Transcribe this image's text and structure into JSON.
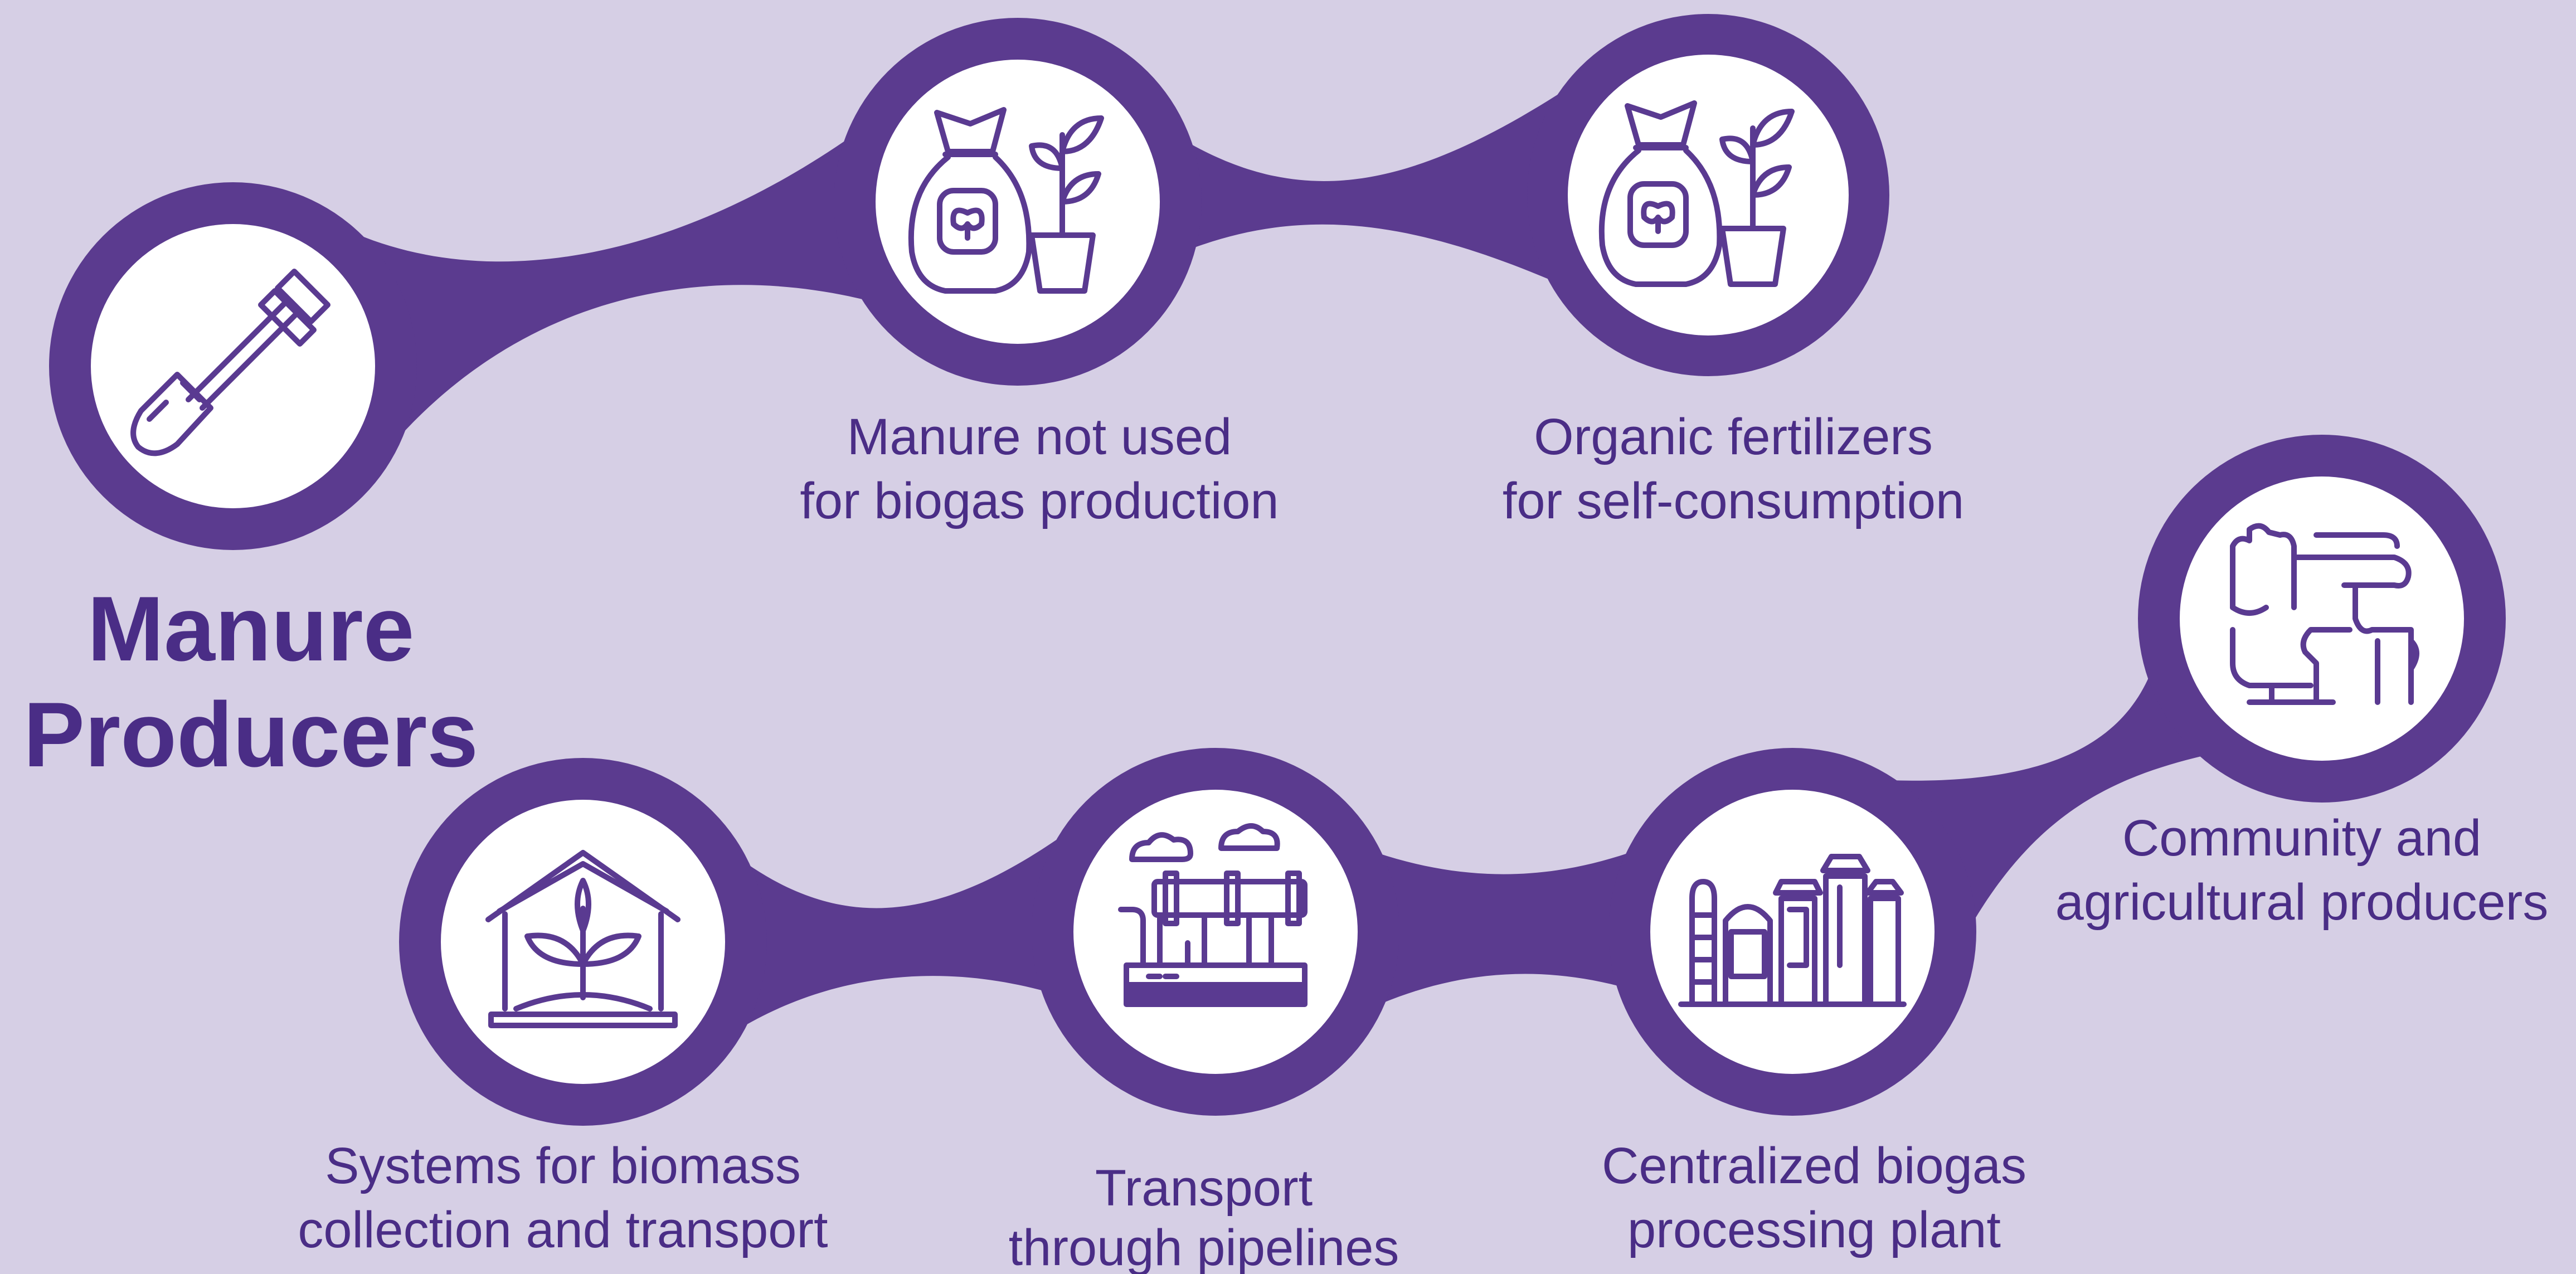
{
  "colors": {
    "background": "#d6cfe5",
    "node": "#5b3b8f",
    "node_inner": "#ffffff",
    "text": "#4a2d86"
  },
  "title": {
    "line1": "Manure",
    "line2": "Producers"
  },
  "nodes": [
    {
      "id": "manure-producers",
      "icon": "shovel-icon",
      "lines": []
    },
    {
      "id": "manure-not-used",
      "icon": "fertilizer-bag-plant-icon",
      "lines": [
        "Manure not used",
        "for biogas production"
      ]
    },
    {
      "id": "organic-fertilizers",
      "icon": "fertilizer-bag-plant-icon",
      "lines": [
        "Organic fertilizers",
        "for self-consumption"
      ]
    },
    {
      "id": "community-producers",
      "icon": "cooperation-hands-icon",
      "lines": [
        "Community and",
        "agricultural producers"
      ]
    },
    {
      "id": "centralized-plant",
      "icon": "biogas-plant-icon",
      "lines": [
        "Centralized biogas",
        "processing plant"
      ]
    },
    {
      "id": "transport-pipelines",
      "icon": "pipeline-icon",
      "lines": [
        "Transport",
        "through pipelines"
      ]
    },
    {
      "id": "collection-systems",
      "icon": "greenhouse-sprout-icon",
      "lines": [
        "Systems for biomass",
        "collection and transport"
      ]
    }
  ]
}
